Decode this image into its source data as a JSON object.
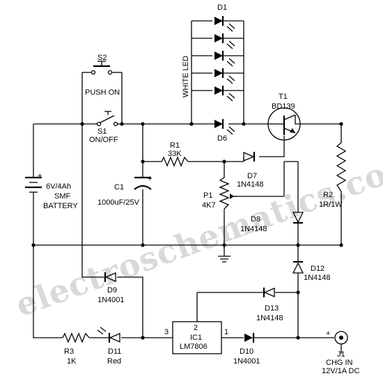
{
  "watermark": "electroschematics.com",
  "labels": {
    "d1": "D1",
    "d6": "D6",
    "white_led": "WHITE LED",
    "s2_ref": "S2",
    "s2_desc": "PUSH ON",
    "s1_ref": "S1",
    "s1_desc": "ON/OFF",
    "t1_ref": "T1",
    "t1_part": "BD139",
    "r1_ref": "R1",
    "r1_val": "33K",
    "d7_ref": "D7",
    "d7_part": "1N4148",
    "c1_ref": "C1",
    "c1_val": "1000uF/25V",
    "p1_ref": "P1",
    "p1_val": "4K7",
    "d8_ref": "D8",
    "d8_part": "1N4148",
    "r2_ref": "R2",
    "r2_val": "1R/1W",
    "batt_val": "6V/4Ah",
    "batt_type": "SMF",
    "batt_name": "BATTERY",
    "plus": "+",
    "d9_ref": "D9",
    "d9_part": "1N4001",
    "d12_ref": "D12",
    "d12_part": "1N4148",
    "d13_ref": "D13",
    "d13_part": "1N4148",
    "ic1_pin2": "2",
    "ic1_ref": "IC1",
    "ic1_part": "LM7806",
    "ic1_pin3": "3",
    "ic1_pin1": "1",
    "r3_ref": "R3",
    "r3_val": "1K",
    "d11_ref": "D11",
    "d11_color": "Red",
    "d10_ref": "D10",
    "d10_part": "1N4001",
    "j1_ref": "J1",
    "j1_desc1": "CHG IN",
    "j1_desc2": "12V/1A DC"
  }
}
